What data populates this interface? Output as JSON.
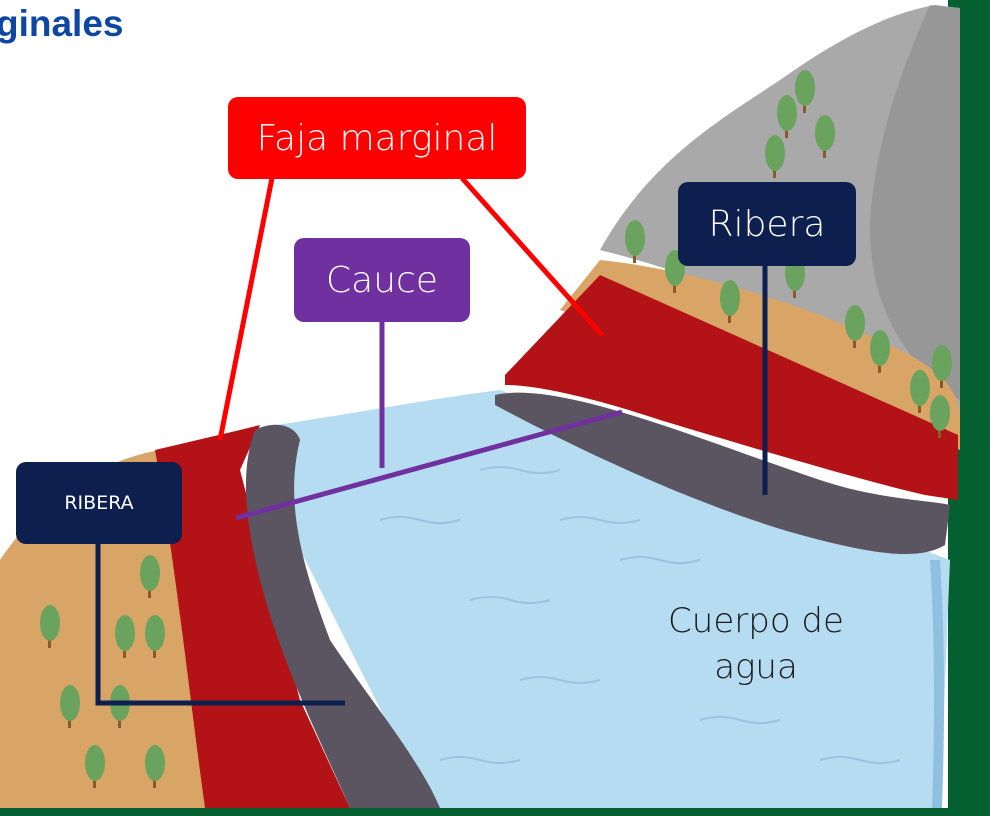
{
  "title": "ginales",
  "labels": {
    "faja_marginal": "Faja marginal",
    "cauce": "Cauce",
    "ribera_right": "Ribera",
    "ribera_left": "RIBERA",
    "water_line1": "Cuerpo de",
    "water_line2": "agua"
  },
  "colors": {
    "title": "#0d47a1",
    "faja_red": "#ff0000",
    "band_red": "#b31217",
    "cauce_purple": "#7030a0",
    "ribera_navy": "#0c1f4f",
    "water": "#b6dcf2",
    "rock_gray": "#a9a9a9",
    "soil": "#d9a566",
    "tree_green": "#6aa35d",
    "border_green": "#046031",
    "riverbed": "#5a5560"
  }
}
